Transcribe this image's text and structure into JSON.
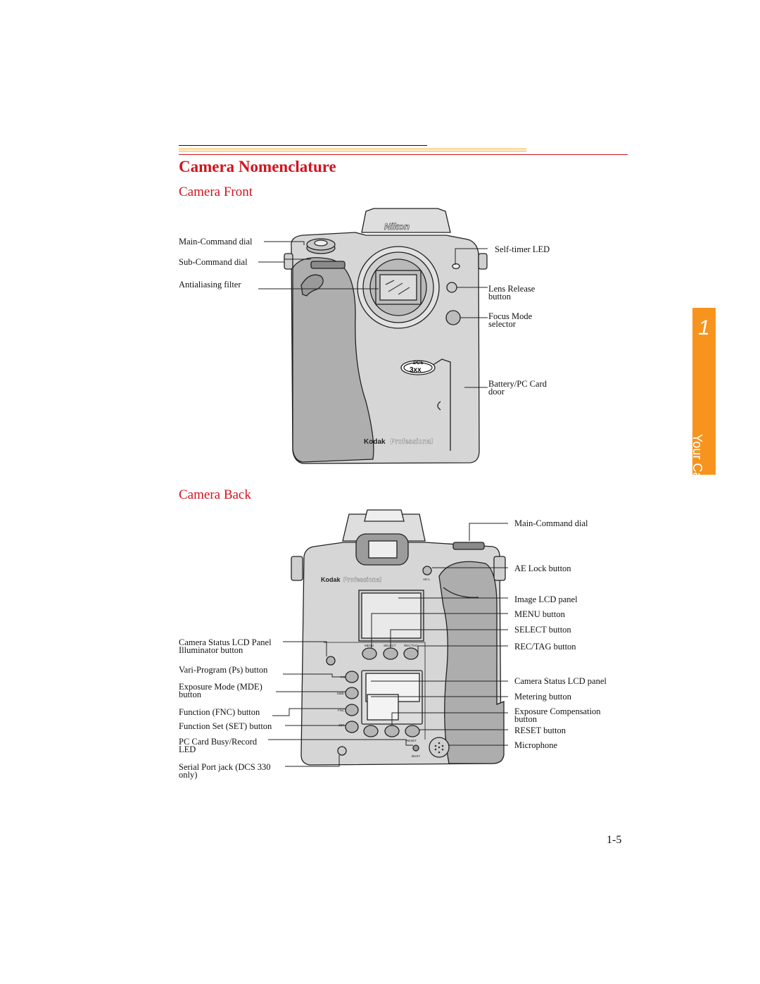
{
  "heading": "Camera Nomenclature",
  "front": {
    "title": "Camera Front",
    "labels": {
      "main_command_dial": "Main-Command dial",
      "sub_command_dial": "Sub-Command dial",
      "antialiasing_filter": "Antialiasing filter",
      "self_timer_led": "Self-timer LED",
      "lens_release_1": "Lens Release",
      "lens_release_2": "button",
      "focus_mode_1": "Focus Mode",
      "focus_mode_2": "selector",
      "battery_door_1": "Battery/PC Card",
      "battery_door_2": "door"
    },
    "camera_text": {
      "brand": "Nikon",
      "model_logo": "DCS",
      "model": "3xx",
      "kodak": "Kodak",
      "professional": "Professional"
    }
  },
  "back": {
    "title": "Camera Back",
    "labels": {
      "main_command_dial": "Main-Command dial",
      "ae_lock": "AE Lock button",
      "image_lcd": "Image LCD panel",
      "menu_button": "MENU button",
      "select_button": "SELECT button",
      "rec_tag_button": "REC/TAG button",
      "status_lcd_panel": "Camera Status LCD panel",
      "metering_button": "Metering button",
      "exposure_comp_1": "Exposure Compensation",
      "exposure_comp_2": "button",
      "reset_button": "RESET button",
      "microphone": "Microphone",
      "illuminator_1": "Camera Status LCD Panel",
      "illuminator_2": "Illuminator button",
      "vari_program": "Vari-Program (Ps) button",
      "exposure_mode_1": "Exposure Mode (MDE)",
      "exposure_mode_2": "button",
      "function_fnc": "Function (FNC) button",
      "function_set": "Function Set (SET) button",
      "pc_card_busy_1": "PC Card Busy/Record",
      "pc_card_busy_2": "LED",
      "serial_port_1": "Serial Port jack (DCS 330",
      "serial_port_2": "only)"
    },
    "camera_text": {
      "kodak": "Kodak",
      "professional": "Professional",
      "ae_l": "AE-L",
      "menu": "MENU",
      "select": "SELECT",
      "rec_tag": "REC/TAG",
      "ps": "PS",
      "mde": "MDE",
      "fnc": "FNC",
      "set": "SET",
      "reset": "RESET",
      "busy": "BUSY"
    }
  },
  "side_tab": {
    "number": "1",
    "text": "Your Camera",
    "color": "#f7941d"
  },
  "page_number": "1-5",
  "colors": {
    "heading_red": "#d0141e",
    "rule_orange": "#f7a81b",
    "camera_gray": "#d6d6d6"
  }
}
